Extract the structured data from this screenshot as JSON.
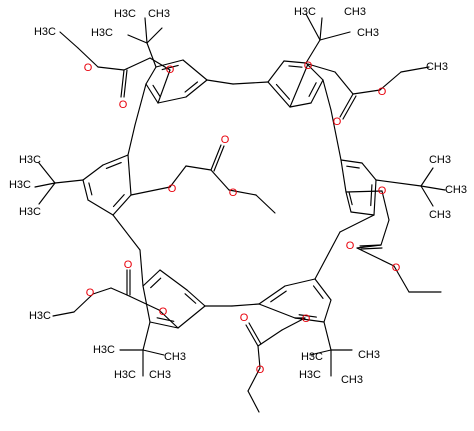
{
  "diagram": {
    "colors": {
      "carbon": "#000000",
      "oxygen": "#e8000b",
      "background": "#ffffff"
    },
    "labels": {
      "ester_left_upper": "H3C",
      "ester_right_upper_ch3": "CH3",
      "tbu_left": "H3C",
      "tbu_ch3": "CH3",
      "tbu_ch3_left": "H3C",
      "oxygen": "O"
    }
  }
}
